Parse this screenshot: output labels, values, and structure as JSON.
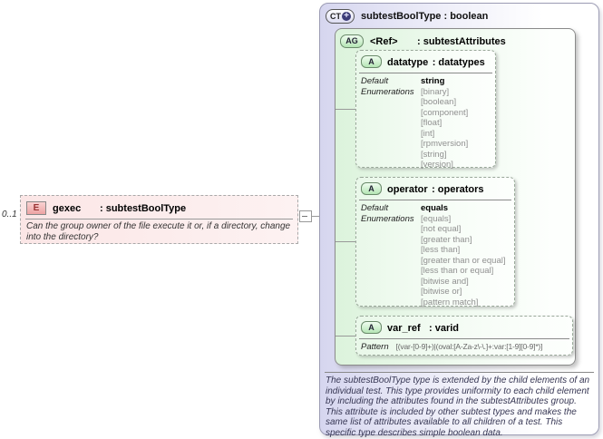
{
  "element": {
    "badge": "E",
    "cardinality": "0..1",
    "name": "gexec",
    "type": ": subtestBoolType",
    "annotation": "Can the group owner of the file execute it or, if a directory, change into the directory?"
  },
  "complex_type": {
    "badge": "CT",
    "plus": "+",
    "title": "subtestBoolType : boolean"
  },
  "attribute_group": {
    "badge": "AG",
    "name": "<Ref>",
    "type": ": subtestAttributes"
  },
  "attributes": {
    "datatype": {
      "badge": "A",
      "name": "datatype",
      "type": ": datatypes",
      "default_label": "Default",
      "default_value": "string",
      "enumerations_label": "Enumerations",
      "enumerations": [
        "[binary]",
        "[boolean]",
        "[component]",
        "[float]",
        "[int]",
        "[rpmversion]",
        "[string]",
        "[version]"
      ]
    },
    "operator": {
      "badge": "A",
      "name": "operator",
      "type": ": operators",
      "default_label": "Default",
      "default_value": "equals",
      "enumerations_label": "Enumerations",
      "enumerations": [
        "[equals]",
        "[not equal]",
        "[greater than]",
        "[less than]",
        "[greater than or equal]",
        "[less than or equal]",
        "[bitwise and]",
        "[bitwise or]",
        "[pattern match]"
      ]
    },
    "var_ref": {
      "badge": "A",
      "name": "var_ref",
      "type": ": varid",
      "pattern_label": "Pattern",
      "pattern_value": "[(var-[0-9]+)|(oval:[A-Za-z\\-\\.]+:var:[1-9][0-9]*)]"
    }
  },
  "documentation": "The subtestBoolType type is extended by the child elements of an individual test.  This type provides uniformity to each child element by including the attributes found in the subtestAttributes group.  This attribute is included by other subtest types and makes the same list of attributes available to all children of a test.  This specific type describes simple boolean data."
}
